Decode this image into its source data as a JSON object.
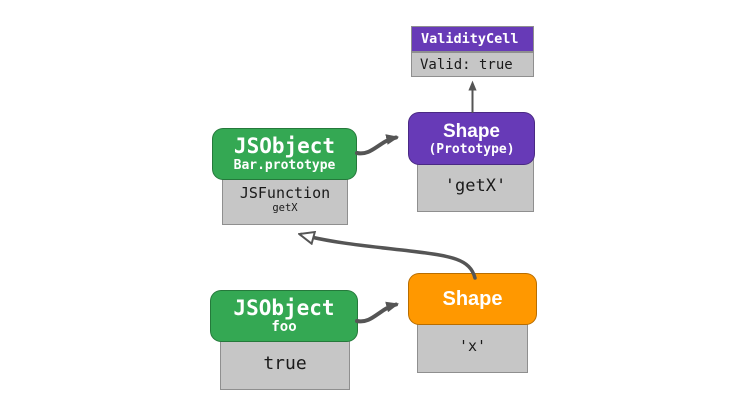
{
  "diagram": {
    "colors": {
      "background": "#FFFFFF",
      "green": "#34A853",
      "purple": "#673AB7",
      "orange": "#FF9800",
      "gray_fill": "#C6C6C6",
      "gray_border": "#8F8F8F",
      "arrow": "#555555",
      "header_text": "#FFFFFF",
      "body_text": "#1A1A1A"
    },
    "nodes": {
      "validity_cell": {
        "header": "ValidityCell",
        "body": "Valid: true"
      },
      "bar_prototype": {
        "title": "JSObject",
        "subtitle": "Bar.prototype",
        "body_title": "JSFunction",
        "body_subtitle": "getX"
      },
      "shape_prototype": {
        "title": "Shape",
        "subtitle": "(Prototype)",
        "body": "'getX'"
      },
      "foo": {
        "title": "JSObject",
        "subtitle": "foo",
        "body": "true"
      },
      "shape": {
        "title": "Shape",
        "body": "'x'"
      }
    },
    "edges": [
      {
        "from": "shape_prototype",
        "to": "validity_cell",
        "head": "solid"
      },
      {
        "from": "bar_prototype",
        "to": "shape_prototype",
        "head": "solid"
      },
      {
        "from": "shape",
        "to": "bar_prototype_body",
        "head": "hollow"
      },
      {
        "from": "foo",
        "to": "shape",
        "head": "solid"
      }
    ]
  }
}
